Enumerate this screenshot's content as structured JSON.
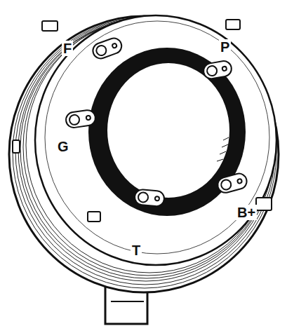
{
  "diagram": {
    "labels": [
      "F",
      "P",
      "G",
      "B+",
      "T"
    ]
  }
}
